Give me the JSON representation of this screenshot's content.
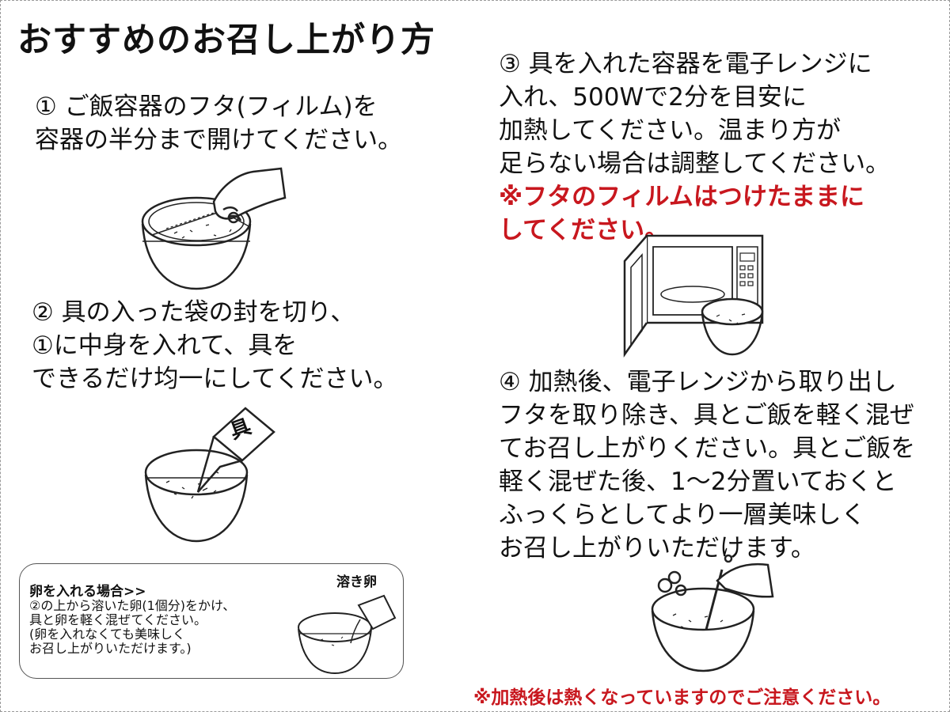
{
  "title": "おすすめのお召し上がり方",
  "steps": [
    {
      "lines": [
        "① ご飯容器のフタ(フィルム)を",
        "容器の半分まで開けてください。"
      ]
    },
    {
      "lines": [
        "② 具の入った袋の封を切り、",
        "①に中身を入れて、具を",
        "できるだけ均一にしてください。"
      ]
    },
    {
      "lines": [
        "③ 具を入れた容器を電子レンジに",
        "入れ、500Wで2分を目安に",
        "加熱してください。温まり方が",
        "足らない場合は調整してください。"
      ],
      "warning": [
        "※フタのフィルムはつけたままに",
        "してください。"
      ]
    },
    {
      "lines": [
        "④ 加熱後、電子レンジから取り出し",
        "フタを取り除き、具とご飯を軽く混ぜ",
        "てお召し上がりください。具とご飯を",
        "軽く混ぜた後、1～2分置いておくと",
        "ふっくらとしてより一層美味しく",
        "お召し上がりいただけます。"
      ]
    }
  ],
  "packet_label": "具",
  "egg": {
    "heading": "卵を入れる場合>>",
    "lines": [
      "②の上から溶いた卵(1個分)をかけ、",
      "具と卵を軽く混ぜてください。",
      "(卵を入れなくても美味しく",
      "お召し上がりいただけます。)"
    ],
    "label": "溶き卵"
  },
  "footer_warning": "※加熱後は熱くなっていますのでご注意ください。",
  "colors": {
    "warning": "#c8171e",
    "text": "#111111"
  },
  "icons": [
    "bowl-film-peel-illustration",
    "packet-pour-illustration",
    "microwave-illustration",
    "bowl-stir-illustration",
    "egg-pour-illustration"
  ]
}
